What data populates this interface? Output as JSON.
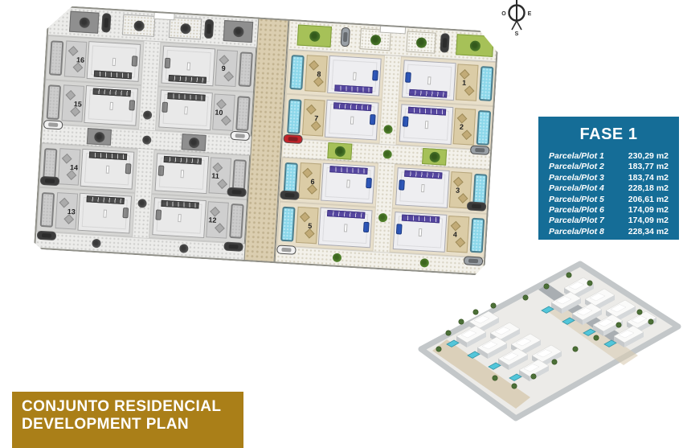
{
  "banner": {
    "line1": "CONJUNTO RESIDENCIAL",
    "line2": "DEVELOPMENT PLAN",
    "bg": "#aa7f18",
    "text_color": "#ffffff"
  },
  "fase1": {
    "title": "FASE 1",
    "bg": "#156d97",
    "rows": [
      {
        "label": "Parcela/Plot 1",
        "area": "230,29 m2"
      },
      {
        "label": "Parcela/Plot 2",
        "area": "183,77 m2"
      },
      {
        "label": "Parcela/Plot 3",
        "area": "183,74 m2"
      },
      {
        "label": "Parcela/Plot 4",
        "area": "228,18 m2"
      },
      {
        "label": "Parcela/Plot 5",
        "area": "206,61 m2"
      },
      {
        "label": "Parcela/Plot 6",
        "area": "174,09 m2"
      },
      {
        "label": "Parcela/Plot 7",
        "area": "174,09 m2"
      },
      {
        "label": "Parcela/Plot 8",
        "area": "228,34 m2"
      }
    ]
  },
  "compass": {
    "west": "O",
    "east": "E",
    "south": "S"
  },
  "site_plan": {
    "phase1_plots": [
      {
        "number": "8"
      },
      {
        "number": "1"
      },
      {
        "number": "7"
      },
      {
        "number": "2"
      },
      {
        "number": "6"
      },
      {
        "number": "3"
      },
      {
        "number": "5"
      },
      {
        "number": "4"
      }
    ],
    "phase2_plots": [
      {
        "number": "16"
      },
      {
        "number": "9"
      },
      {
        "number": "15"
      },
      {
        "number": "10"
      },
      {
        "number": "14"
      },
      {
        "number": "11"
      },
      {
        "number": "13"
      },
      {
        "number": "12"
      }
    ]
  },
  "colors": {
    "fase1_panel_blue": "#156d97",
    "banner_gold": "#aa7f18",
    "pool_blue": "#8cd7ea",
    "solar_panel_purple": "#5748a1",
    "grass_green": "#a6c158",
    "street_beige": "#dbceb0"
  }
}
